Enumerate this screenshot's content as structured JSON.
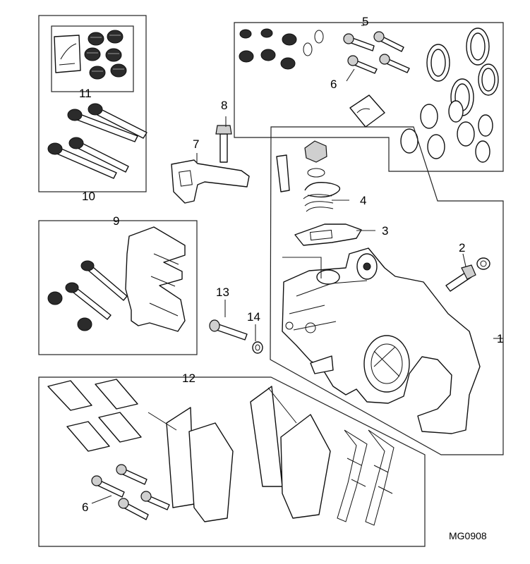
{
  "diagram": {
    "reference": "MG0908",
    "callouts": {
      "c1": "1",
      "c2": "2",
      "c3": "3",
      "c4": "4",
      "c5": "5",
      "c6a": "6",
      "c6b": "6",
      "c7": "7",
      "c8": "8",
      "c9": "9",
      "c10": "10",
      "c11": "11",
      "c12": "12",
      "c13": "13",
      "c14": "14"
    }
  }
}
